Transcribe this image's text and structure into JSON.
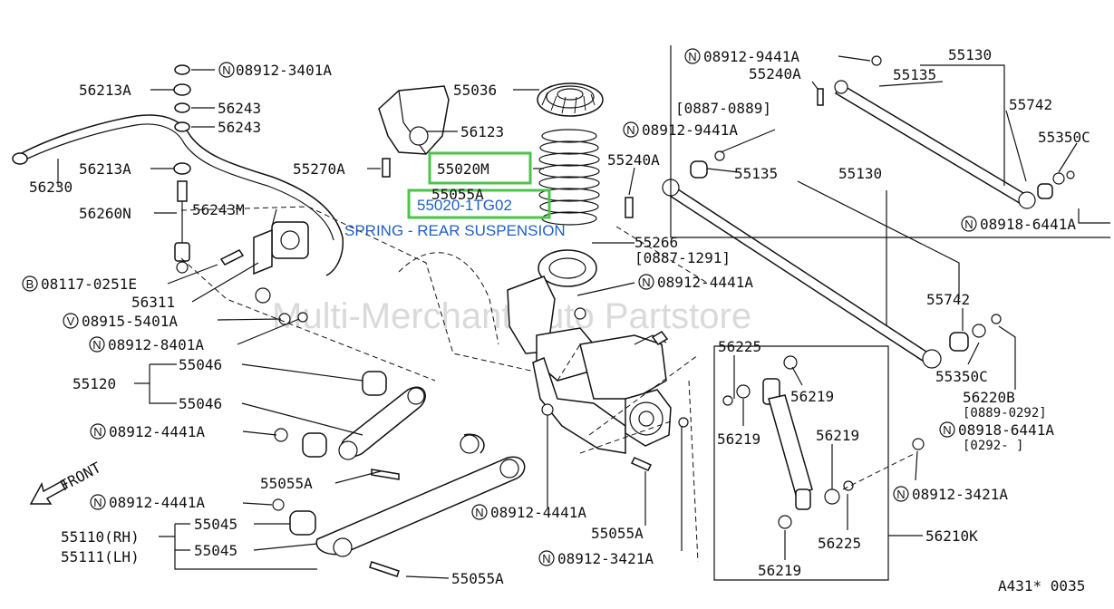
{
  "diagram": {
    "callouts": {
      "c1": "08912-3401A",
      "c2": "56213A",
      "c3": "56243",
      "c4": "56243",
      "c5": "56213A",
      "c6": "56230",
      "c7": "56260N",
      "c8": "56243M",
      "c9": "08117-0251E",
      "c10": "56311",
      "c11": "08915-5401A",
      "c12": "08912-8401A",
      "c13": "55036",
      "c14": "56123",
      "c15": "55270A",
      "c16": "55020M",
      "c17": "55055A",
      "c18": "55020-1TG02",
      "c19": "SPRING - REAR SUSPENSION",
      "c20": "55266",
      "c21": "[0887-1291]",
      "c22": "08912-4441A",
      "c23": "55046",
      "c24": "55120",
      "c25": "55046",
      "c26": "08912-4441A",
      "c27": "55055A",
      "c28": "08912-4441A",
      "c29": "55045",
      "c30": "55110(RH)",
      "c31": "55111(LH)",
      "c32": "55045",
      "c33": "55055A",
      "c34": "08912-4441A",
      "c35": "55055A",
      "c36": "08912-3421A",
      "c37": "08912-9441A",
      "c38": "55240A",
      "c39": "[0887-0889]",
      "c40": "55130",
      "c41": "55135",
      "c42": "55742",
      "c43": "55350C",
      "c44": "08918-6441A",
      "c45": "08912-9441A",
      "c46": "55240A",
      "c47": "55135",
      "c48": "55130",
      "c49": "55742",
      "c50": "55350C",
      "c51": "56220B",
      "c52": "[0889-0292]",
      "c53": "08918-6441A",
      "c54": "[0292-    ]",
      "c55": "56225",
      "c56": "56219",
      "c57": "56219",
      "c58": "56219",
      "c59": "08912-3421A",
      "c60": "56225",
      "c61": "56210K",
      "c62": "56219",
      "c63": "FRONT",
      "c64": "A431* 0035"
    },
    "prefixes": {
      "n": "N",
      "b": "B",
      "v": "V"
    },
    "watermark": "Multi-Merchant Auto Partstore",
    "colors": {
      "highlight_box": "#4cc44c",
      "highlight_text": "#1f5fc7",
      "ink": "#111111"
    }
  }
}
